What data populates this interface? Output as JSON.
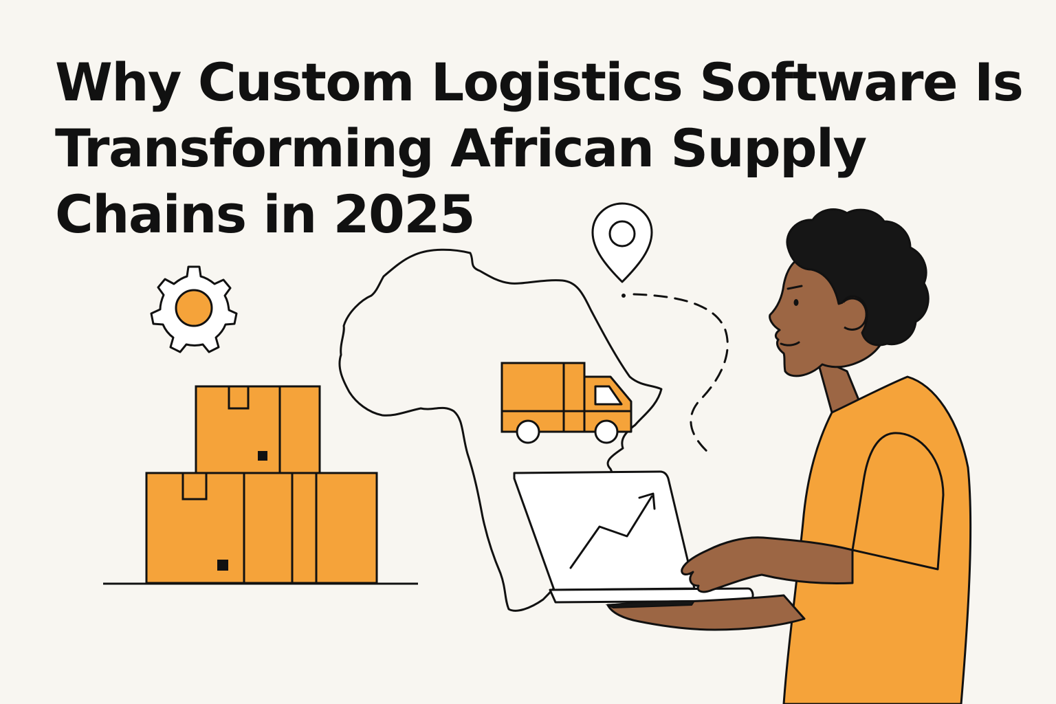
{
  "title": {
    "lines": [
      "Why Custom Logistics Software Is",
      "Transforming African Supply",
      "Chains in 2025"
    ]
  },
  "colors": {
    "background": "#f8f6f1",
    "accent": "#f5a33a",
    "ink": "#111111",
    "skin": "#9c6644",
    "hair": "#161616",
    "screen": "#ffffff"
  },
  "icons": [
    "gear-icon",
    "location-pin-icon",
    "delivery-truck-icon",
    "trend-up-arrow-icon",
    "package-box-icon",
    "africa-map-icon"
  ]
}
